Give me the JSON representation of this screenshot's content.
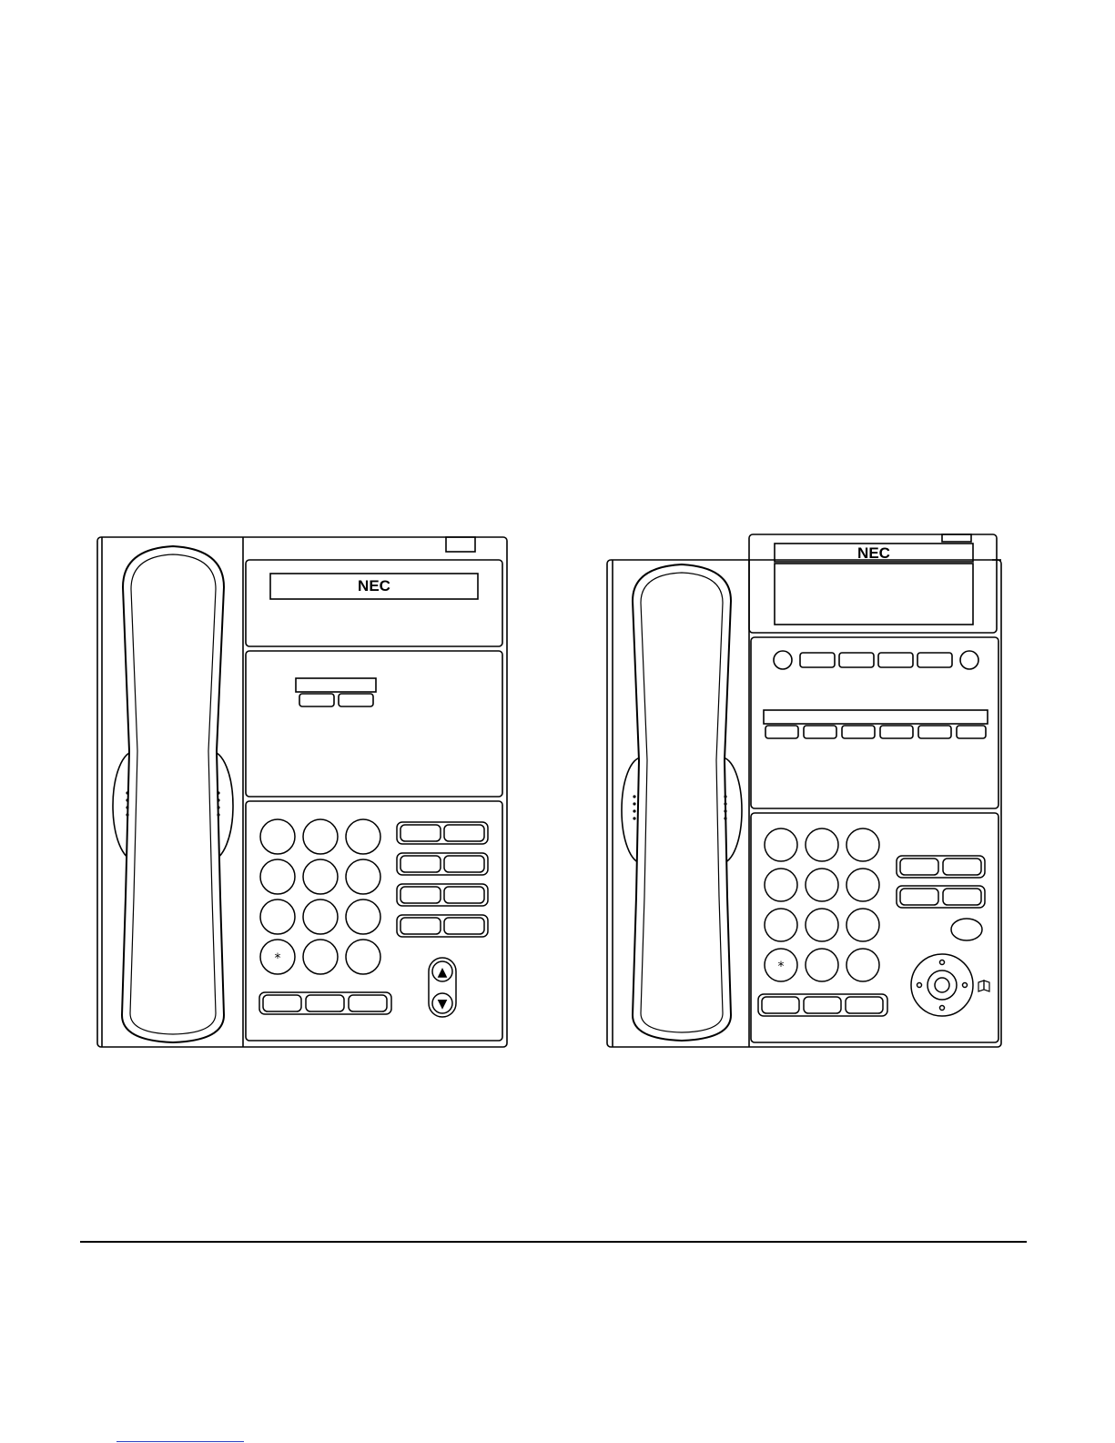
{
  "phones": [
    {
      "id": "left",
      "brand": "NEC",
      "keypad_star": "*",
      "scroll_up": "▲",
      "scroll_down": "▼"
    },
    {
      "id": "right",
      "brand": "NEC",
      "keypad_star": "*",
      "directory_icon": "book-icon"
    }
  ],
  "colors": {
    "line": "#000000",
    "background": "#ffffff",
    "link": "#2b3fbf"
  }
}
